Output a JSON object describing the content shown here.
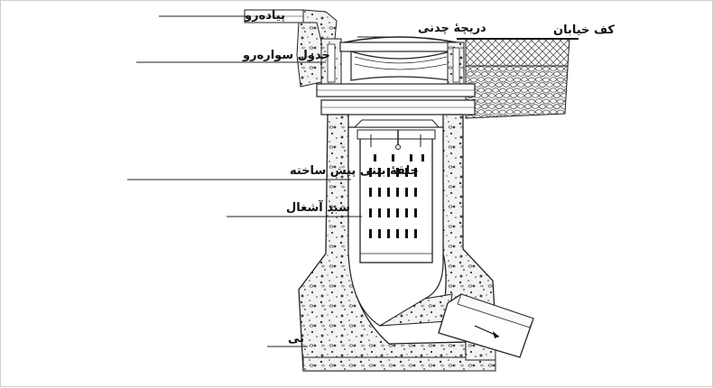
{
  "labels": {
    "sidewalk": "پیاده‌رو",
    "curb": "جدول سواره‌رو",
    "grate": "دریچهٔ چدنی",
    "street_floor": "کف خیابان",
    "precast_ring": "حلقهٔ بتنی پیش ساخته",
    "basket": "سبد آشغال",
    "base": "بی"
  },
  "colors": {
    "ink": "#1a1a1a",
    "concrete": "#f4f4f4",
    "line": "#222222"
  }
}
